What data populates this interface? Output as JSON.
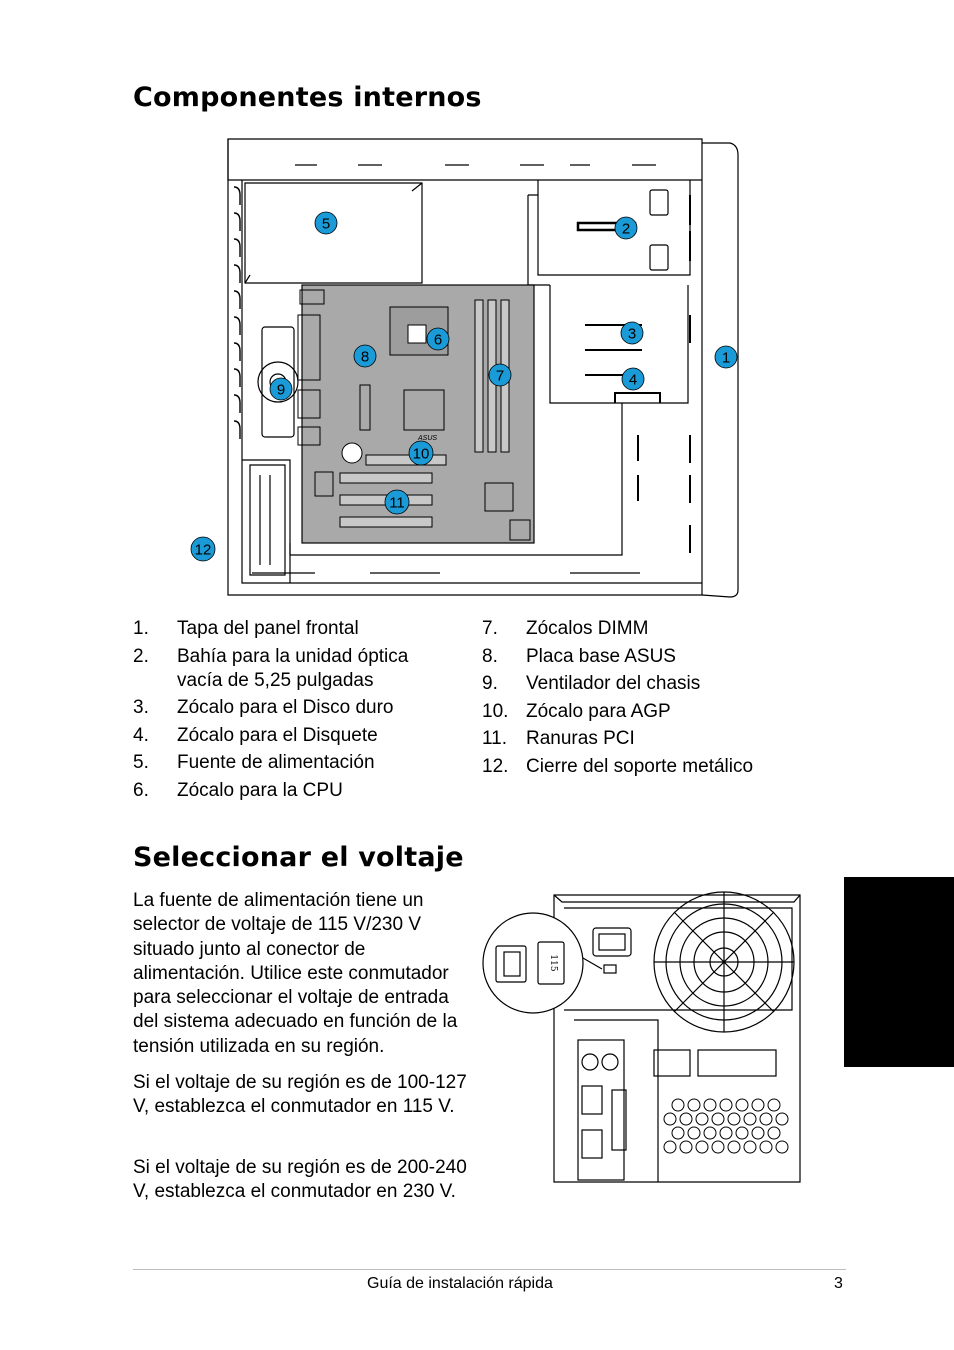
{
  "section1": {
    "title": "Componentes internos",
    "callouts": [
      "1",
      "2",
      "3",
      "4",
      "5",
      "6",
      "7",
      "8",
      "9",
      "10",
      "11",
      "12"
    ],
    "motherboard_logo": "ASUS",
    "list_left": [
      {
        "num": "1.",
        "text": "Tapa del panel frontal"
      },
      {
        "num": "2.",
        "text": "Bahía para la unidad óptica vacía de 5,25 pulgadas"
      },
      {
        "num": "3.",
        "text": "Zócalo para el Disco duro"
      },
      {
        "num": "4.",
        "text": "Zócalo para el Disquete"
      },
      {
        "num": "5.",
        "text": "Fuente de alimentación"
      },
      {
        "num": "6.",
        "text": "Zócalo para la CPU"
      }
    ],
    "list_right": [
      {
        "num": "7.",
        "text": "Zócalos DIMM"
      },
      {
        "num": "8.",
        "text": "Placa base ASUS"
      },
      {
        "num": "9.",
        "text": "Ventilador del chasis"
      },
      {
        "num": "10.",
        "text": "Zócalo para AGP"
      },
      {
        "num": "11.",
        "text": "Ranuras PCI"
      },
      {
        "num": "12.",
        "text": "Cierre del soporte metálico"
      }
    ]
  },
  "section2": {
    "title": "Seleccionar el voltaje",
    "paragraphs": [
      "La fuente de alimentación tiene un selector de voltaje de 115 V/230 V situado junto al conector de alimentación. Utilice este conmutador para seleccionar el voltaje de entrada del sistema adecuado en función de la tensión utilizada en su región.",
      "Si el voltaje de su región es de 100-127 V, establezca el conmutador en 115 V.",
      "Si el voltaje de su región es de 200-240 V, establezca el conmutador en 230 V."
    ],
    "switch_label": "115"
  },
  "footer": {
    "title": "Guía de instalación rápida",
    "page": "3"
  },
  "colors": {
    "callout_fill": "#1a9ad6",
    "board_fill": "#a9a9a9",
    "language_tab": "#000000"
  }
}
